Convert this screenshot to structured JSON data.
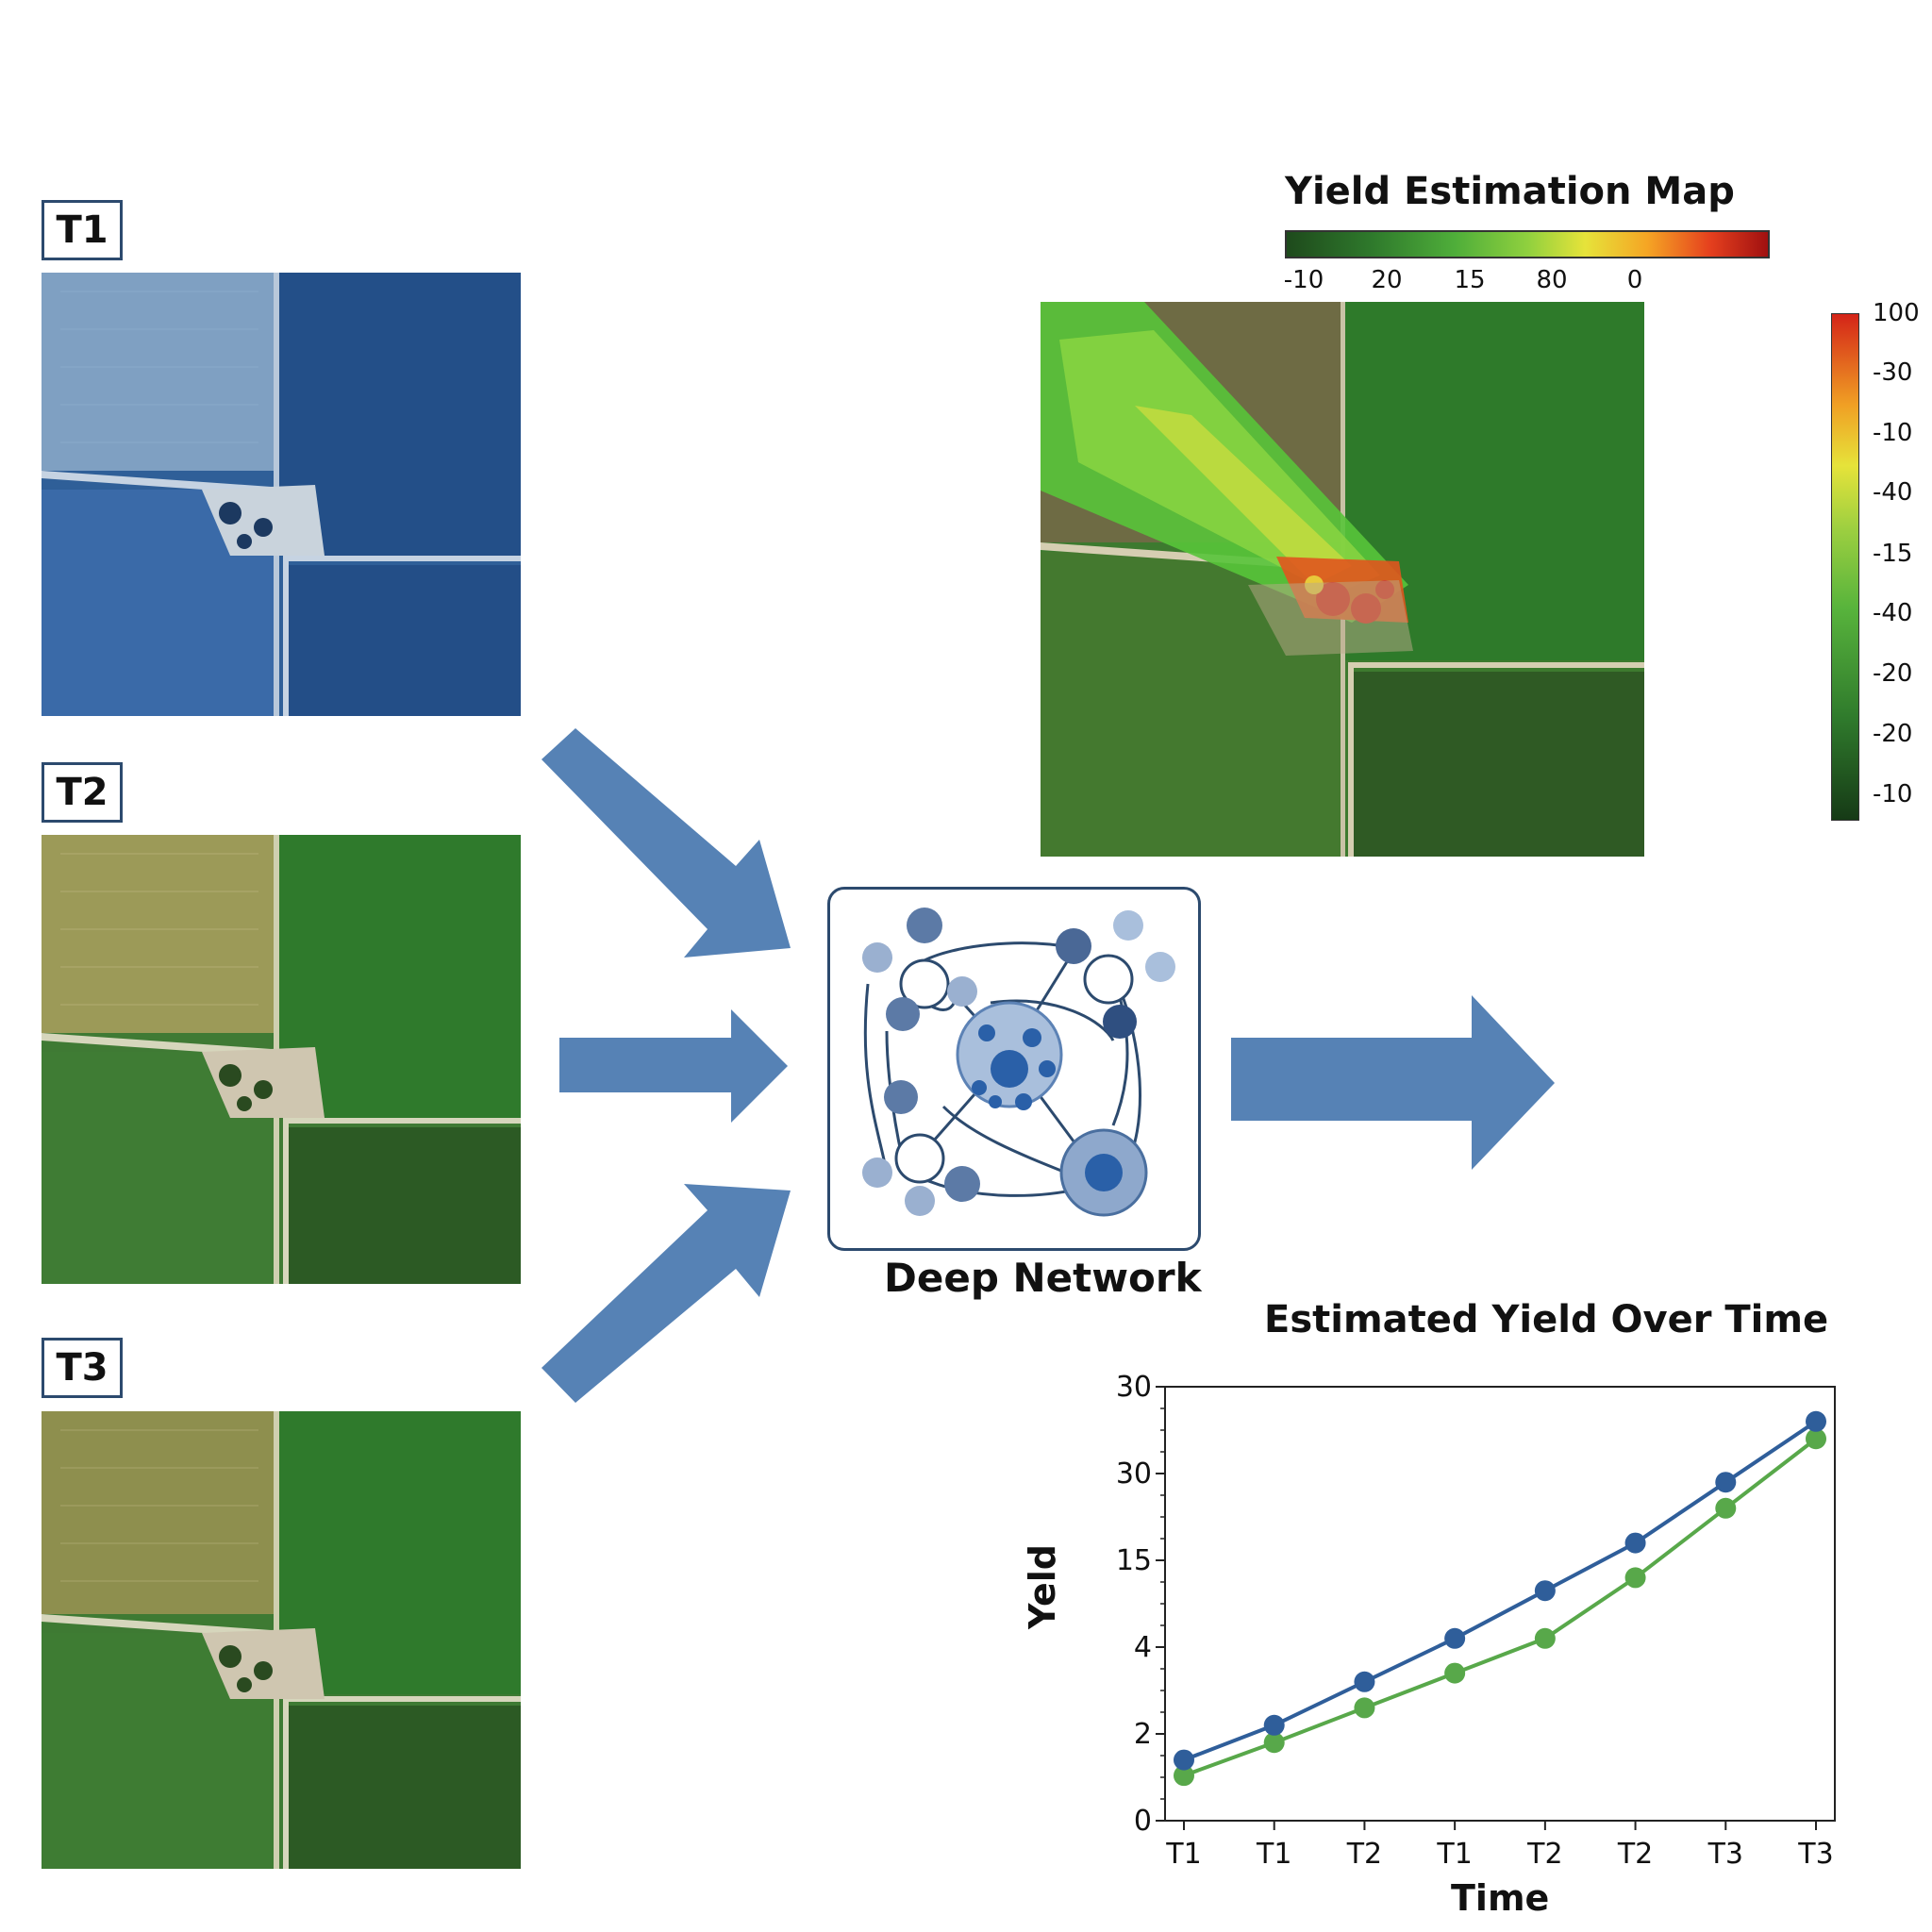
{
  "inputs": [
    {
      "label": "T1"
    },
    {
      "label": "T2"
    },
    {
      "label": "T3"
    }
  ],
  "network": {
    "label": "Deep Network"
  },
  "map": {
    "title": "Yield Estimation Map",
    "top_colorbar_ticks": [
      "-10",
      "20",
      "15",
      "80",
      "0"
    ],
    "side_colorbar_ticks": [
      "100",
      "-30",
      "-10",
      "-40",
      "-15",
      "-40",
      "-20",
      "-20",
      "-10"
    ]
  },
  "colors": {
    "arrow": "#5682b5",
    "series_blue": "#2f5e9a",
    "series_green": "#58a84a",
    "frame": "#2c4a6e"
  },
  "chart_data": {
    "type": "line",
    "title": "Estimated Yield Over Time",
    "xlabel": "Time",
    "ylabel": "Yeld",
    "categories": [
      "T1",
      "T1",
      "T2",
      "T1",
      "T2",
      "T2",
      "T3",
      "T3"
    ],
    "ytick_labels": [
      "0",
      "2",
      "4",
      "15",
      "30",
      "30"
    ],
    "ylim": [
      0,
      5
    ],
    "grid": false,
    "series": [
      {
        "values": [
          0.7,
          1.1,
          1.6,
          2.1,
          2.65,
          3.2,
          3.9,
          4.6
        ]
      },
      {
        "values": [
          0.52,
          0.9,
          1.3,
          1.7,
          2.1,
          2.8,
          3.6,
          4.4
        ]
      }
    ]
  }
}
